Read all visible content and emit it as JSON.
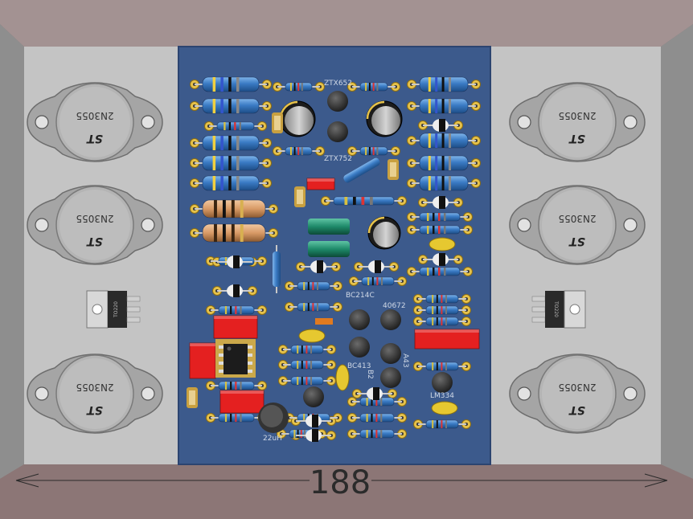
{
  "dimension": {
    "value": "188"
  },
  "transistors": {
    "part": "2N3055",
    "logo": "ST"
  },
  "regulators": {
    "package": "TO220"
  },
  "board_labels": {
    "ztx652": "ZTX652",
    "ztx752": "ZTX752",
    "bc214c": "BC214C",
    "q40672": "40672",
    "bc413": "BC413",
    "lm334": "LM334",
    "inductor": "22uH",
    "q_a43": "A43",
    "q_b2": "B2"
  },
  "colors": {
    "pcb": "#3c5a8c",
    "heatsink": "#bfbfbf",
    "frame": "#8c7b7b",
    "resistor": "#3e7fc8",
    "capacitor_red": "#e02020",
    "capacitor_green": "#1e8a6a",
    "electrolytic": "#1c1c1c"
  }
}
